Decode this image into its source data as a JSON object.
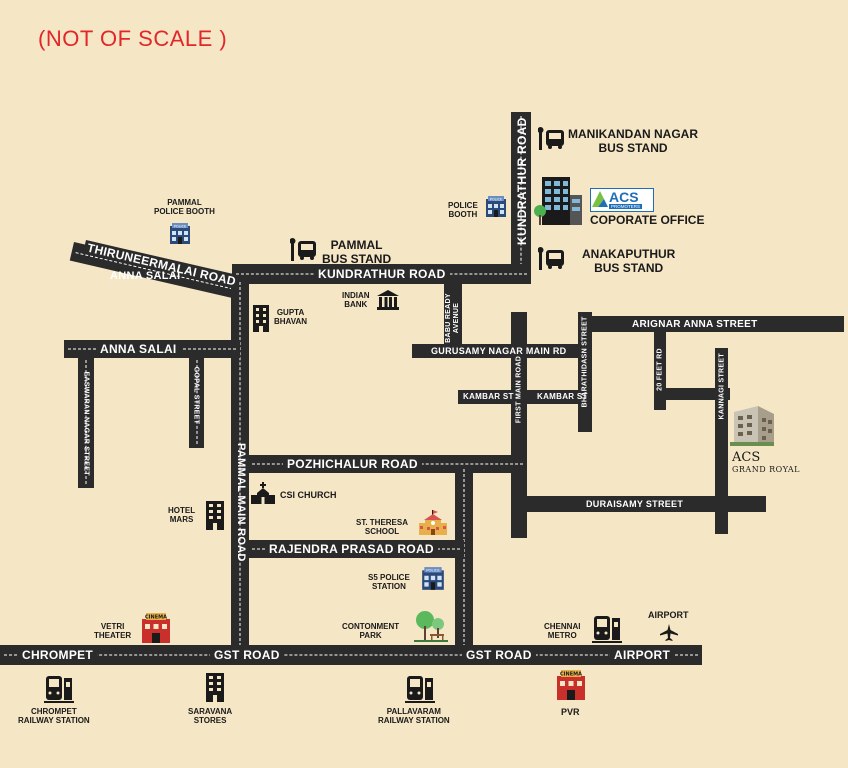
{
  "title": "(NOT OF SCALE )",
  "colors": {
    "background": "#f5e6c6",
    "road": "#2b2b2b",
    "title": "#e3262a",
    "logo_blue": "#1e6fb8",
    "logo_green": "#7ac143",
    "cinema_red": "#c9302c",
    "school_red": "#d9534f"
  },
  "roads": {
    "kundrathur_road_v": "KUNDRATHUR ROAD",
    "kundrathur_road_h": "KUNDRATHUR ROAD",
    "thiruneermalai_road": "THIRUNEERMALAI ROAD",
    "anna_salai_overlay": "ANNA SALAI",
    "anna_salai": "ANNA SALAI",
    "eswaran_nagar_street": "EASWARAN NAGAR STREET",
    "gopal_street": "GOPAL STREET",
    "pammal_main_road": "PAMMAL MAIN ROAD",
    "babu_ready_avenue": "BABU READY AVENUE",
    "gurusamy_nagar_main_rd": "GURUSAMY NAGAR MAIN RD",
    "arignar_anna_street": "ARIGNAR ANNA STREET",
    "kambar_st_1": "KAMBAR ST",
    "kambar_st_2": "KAMBAR ST",
    "first_main_road": "FIRST MAIN ROAD",
    "bharathidasn_street": "BHARATHIDASN STREET",
    "feet_rd_20": "20 FEET RD",
    "kannagi_street": "KANNAGI STREET",
    "pozhichalur_road": "POZHICHALUR ROAD",
    "duraisamy_street": "DURAISAMY STREET",
    "rajendra_prasad_road": "RAJENDRA PRASAD ROAD",
    "chrompet": "CHROMPET",
    "gst_road_1": "GST ROAD",
    "gst_road_2": "GST ROAD",
    "airport_road": "AIRPORT"
  },
  "places": {
    "manikandan_nagar": [
      "MANIKANDAN NAGAR",
      "BUS STAND"
    ],
    "acs_logo": {
      "name": "ACS",
      "tag": "PROMOTERS"
    },
    "coporate_office": "COPORATE OFFICE",
    "anakaputhur": [
      "ANAKAPUTHUR",
      "BUS STAND"
    ],
    "police_booth": [
      "POLICE",
      "BOOTH"
    ],
    "pammal_police_booth": [
      "PAMMAL",
      "POLICE BOOTH"
    ],
    "pammal_bus_stand": [
      "PAMMAL",
      "BUS STAND"
    ],
    "indian_bank": [
      "INDIAN",
      "BANK"
    ],
    "gupta_bhavan": [
      "GUPTA",
      "BHAVAN"
    ],
    "acs_grand_royal": [
      "ACS",
      "GRAND ROYAL"
    ],
    "csi_church": "CSI CHURCH",
    "hotel_mars": [
      "HOTEL",
      "MARS"
    ],
    "st_theresa_school": [
      "ST. THERESA",
      "SCHOOL"
    ],
    "s5_police_station": [
      "S5 POLICE",
      "STATION"
    ],
    "contonment_park": [
      "CONTONMENT",
      "PARK"
    ],
    "vetri_theater": [
      "VETRI",
      "THEATER"
    ],
    "chennai_metro": [
      "CHENNAI",
      "METRO"
    ],
    "airport": "AIRPORT",
    "chrompet_railway": [
      "CHROMPET",
      "RAILWAY STATION"
    ],
    "saravana_stores": [
      "SARAVANA",
      "STORES"
    ],
    "pallavaram_railway": [
      "PALLAVARAM",
      "RAILWAY STATION"
    ],
    "pvr": "PVR",
    "cinema_sign": "CINEMA",
    "police_sign": "POLICE"
  }
}
